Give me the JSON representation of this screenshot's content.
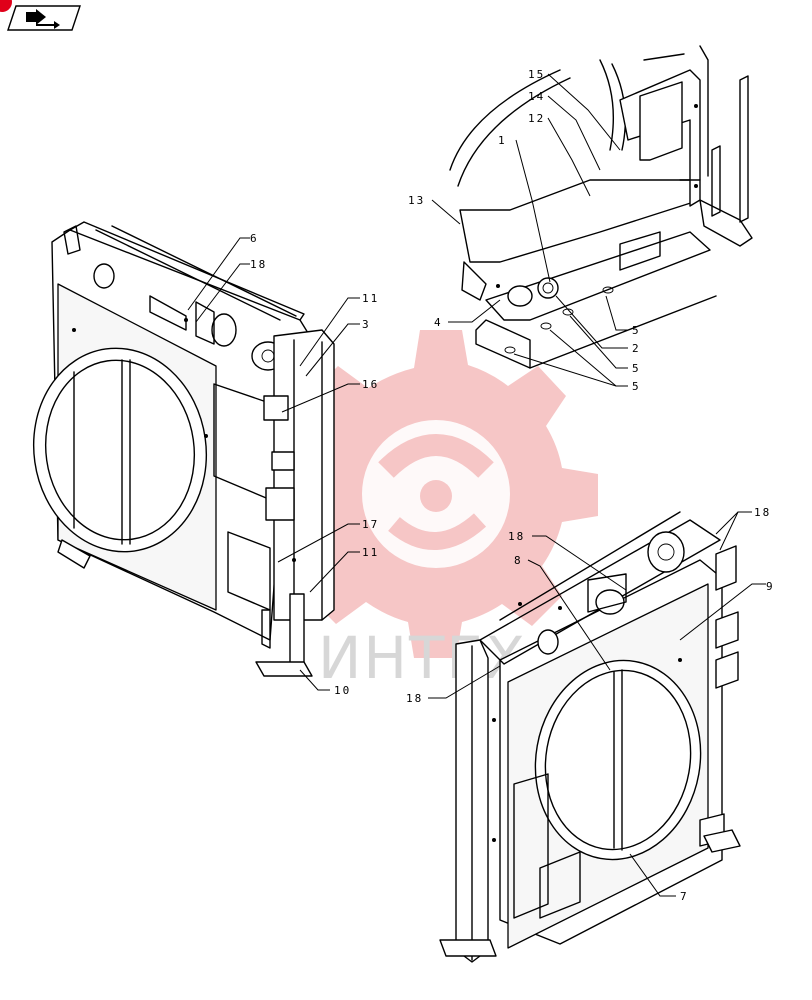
{
  "diagram": {
    "watermark_text": "ИНТЕХ",
    "callouts": [
      "15",
      "14",
      "12",
      "1",
      "13",
      "4",
      "5",
      "2",
      "5",
      "5",
      "6",
      "18",
      "11",
      "3",
      "16",
      "17",
      "11",
      "10",
      "18",
      "8",
      "18",
      "9",
      "18",
      "7"
    ]
  },
  "colors": {
    "badge": "#e0001a",
    "watermark_gear": "#f4b8b8",
    "watermark_text": "#d7d7d7"
  },
  "icons": {
    "nav": "double-arrow-right-icon"
  }
}
